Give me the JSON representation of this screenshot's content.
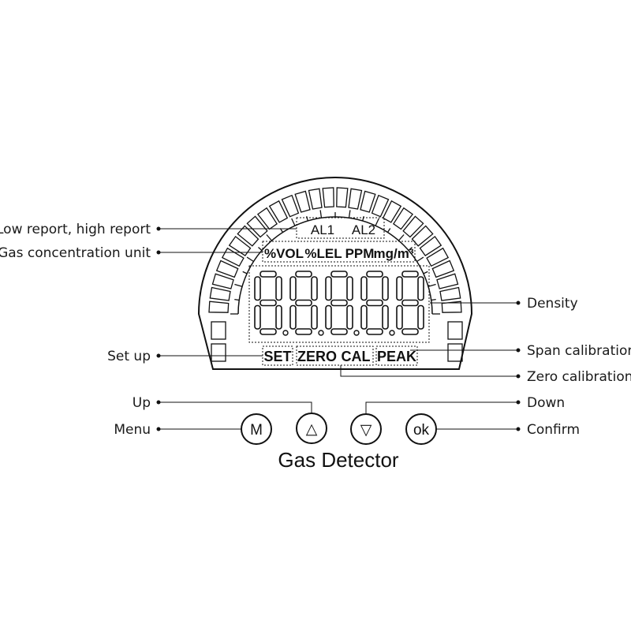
{
  "display": {
    "alarms": [
      "AL1",
      "AL2"
    ],
    "units": [
      "%VOL",
      "%LEL",
      "PPM",
      "mg/m³"
    ],
    "modes": [
      "SET",
      "ZERO",
      "CAL",
      "PEAK"
    ]
  },
  "buttons": {
    "menu": "M",
    "up": "△",
    "down": "▽",
    "ok": "ok"
  },
  "title": "Gas Detector",
  "callouts": {
    "low_high_report": "Low report, high report",
    "gas_unit": "Gas concentration unit",
    "density": "Density",
    "set_up": "Set up",
    "span_calibration": "Span calibration",
    "zero_calibration": "Zero calibration",
    "up": "Up",
    "menu": "Menu",
    "down": "Down",
    "confirm": "Confirm"
  }
}
